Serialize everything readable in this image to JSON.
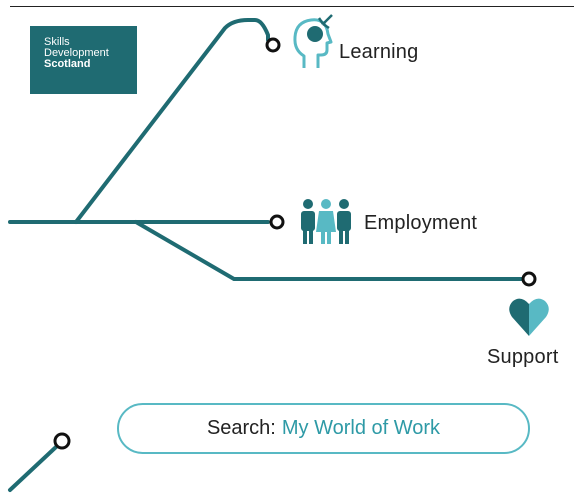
{
  "logo": {
    "line1": "Skills",
    "line2": "Development",
    "line3": "Scotland"
  },
  "nodes": {
    "learning": "Learning",
    "employment": "Employment",
    "support": "Support"
  },
  "icons": {
    "learning": "head-with-cursor-icon",
    "employment": "group-of-people-icon",
    "support": "heart-icon"
  },
  "search": {
    "prefix": "Search:",
    "term": "My World of Work"
  },
  "colors": {
    "line": "#1f6b72",
    "accent": "#58b9c4",
    "text_accent": "#2e9aa6"
  }
}
